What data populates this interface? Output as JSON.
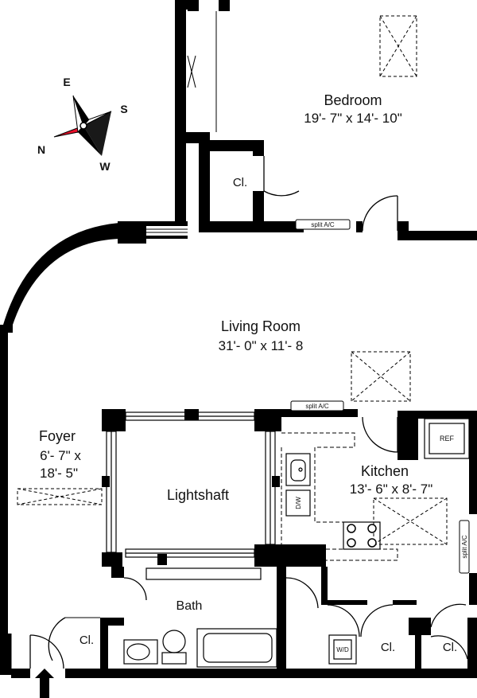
{
  "rooms": {
    "bedroom": {
      "name": "Bedroom",
      "dims": "19'- 7\" x 14'- 10\""
    },
    "living": {
      "name": "Living Room",
      "dims": "31'- 0\" x 11'- 8"
    },
    "foyer": {
      "name": "Foyer",
      "dims_line1": "6'- 7\" x",
      "dims_line2": "18'- 5\""
    },
    "lightshaft": {
      "name": "Lightshaft"
    },
    "kitchen": {
      "name": "Kitchen",
      "dims": "13'- 6\" x 8'- 7\""
    },
    "bath": {
      "name": "Bath"
    }
  },
  "closets": {
    "bedroom_closet": "Cl.",
    "foyer_closet": "Cl.",
    "kitchen_closet_1": "Cl.",
    "kitchen_closet_2": "Cl."
  },
  "fixtures": {
    "split_ac_1": "split A/C",
    "split_ac_2": "split A/C",
    "split_ac_3": "split A/C",
    "refrigerator": "REF",
    "dishwasher": "D/W",
    "washer_dryer": "W/D"
  },
  "compass": {
    "north": "N",
    "south": "S",
    "east": "E",
    "west": "W"
  }
}
